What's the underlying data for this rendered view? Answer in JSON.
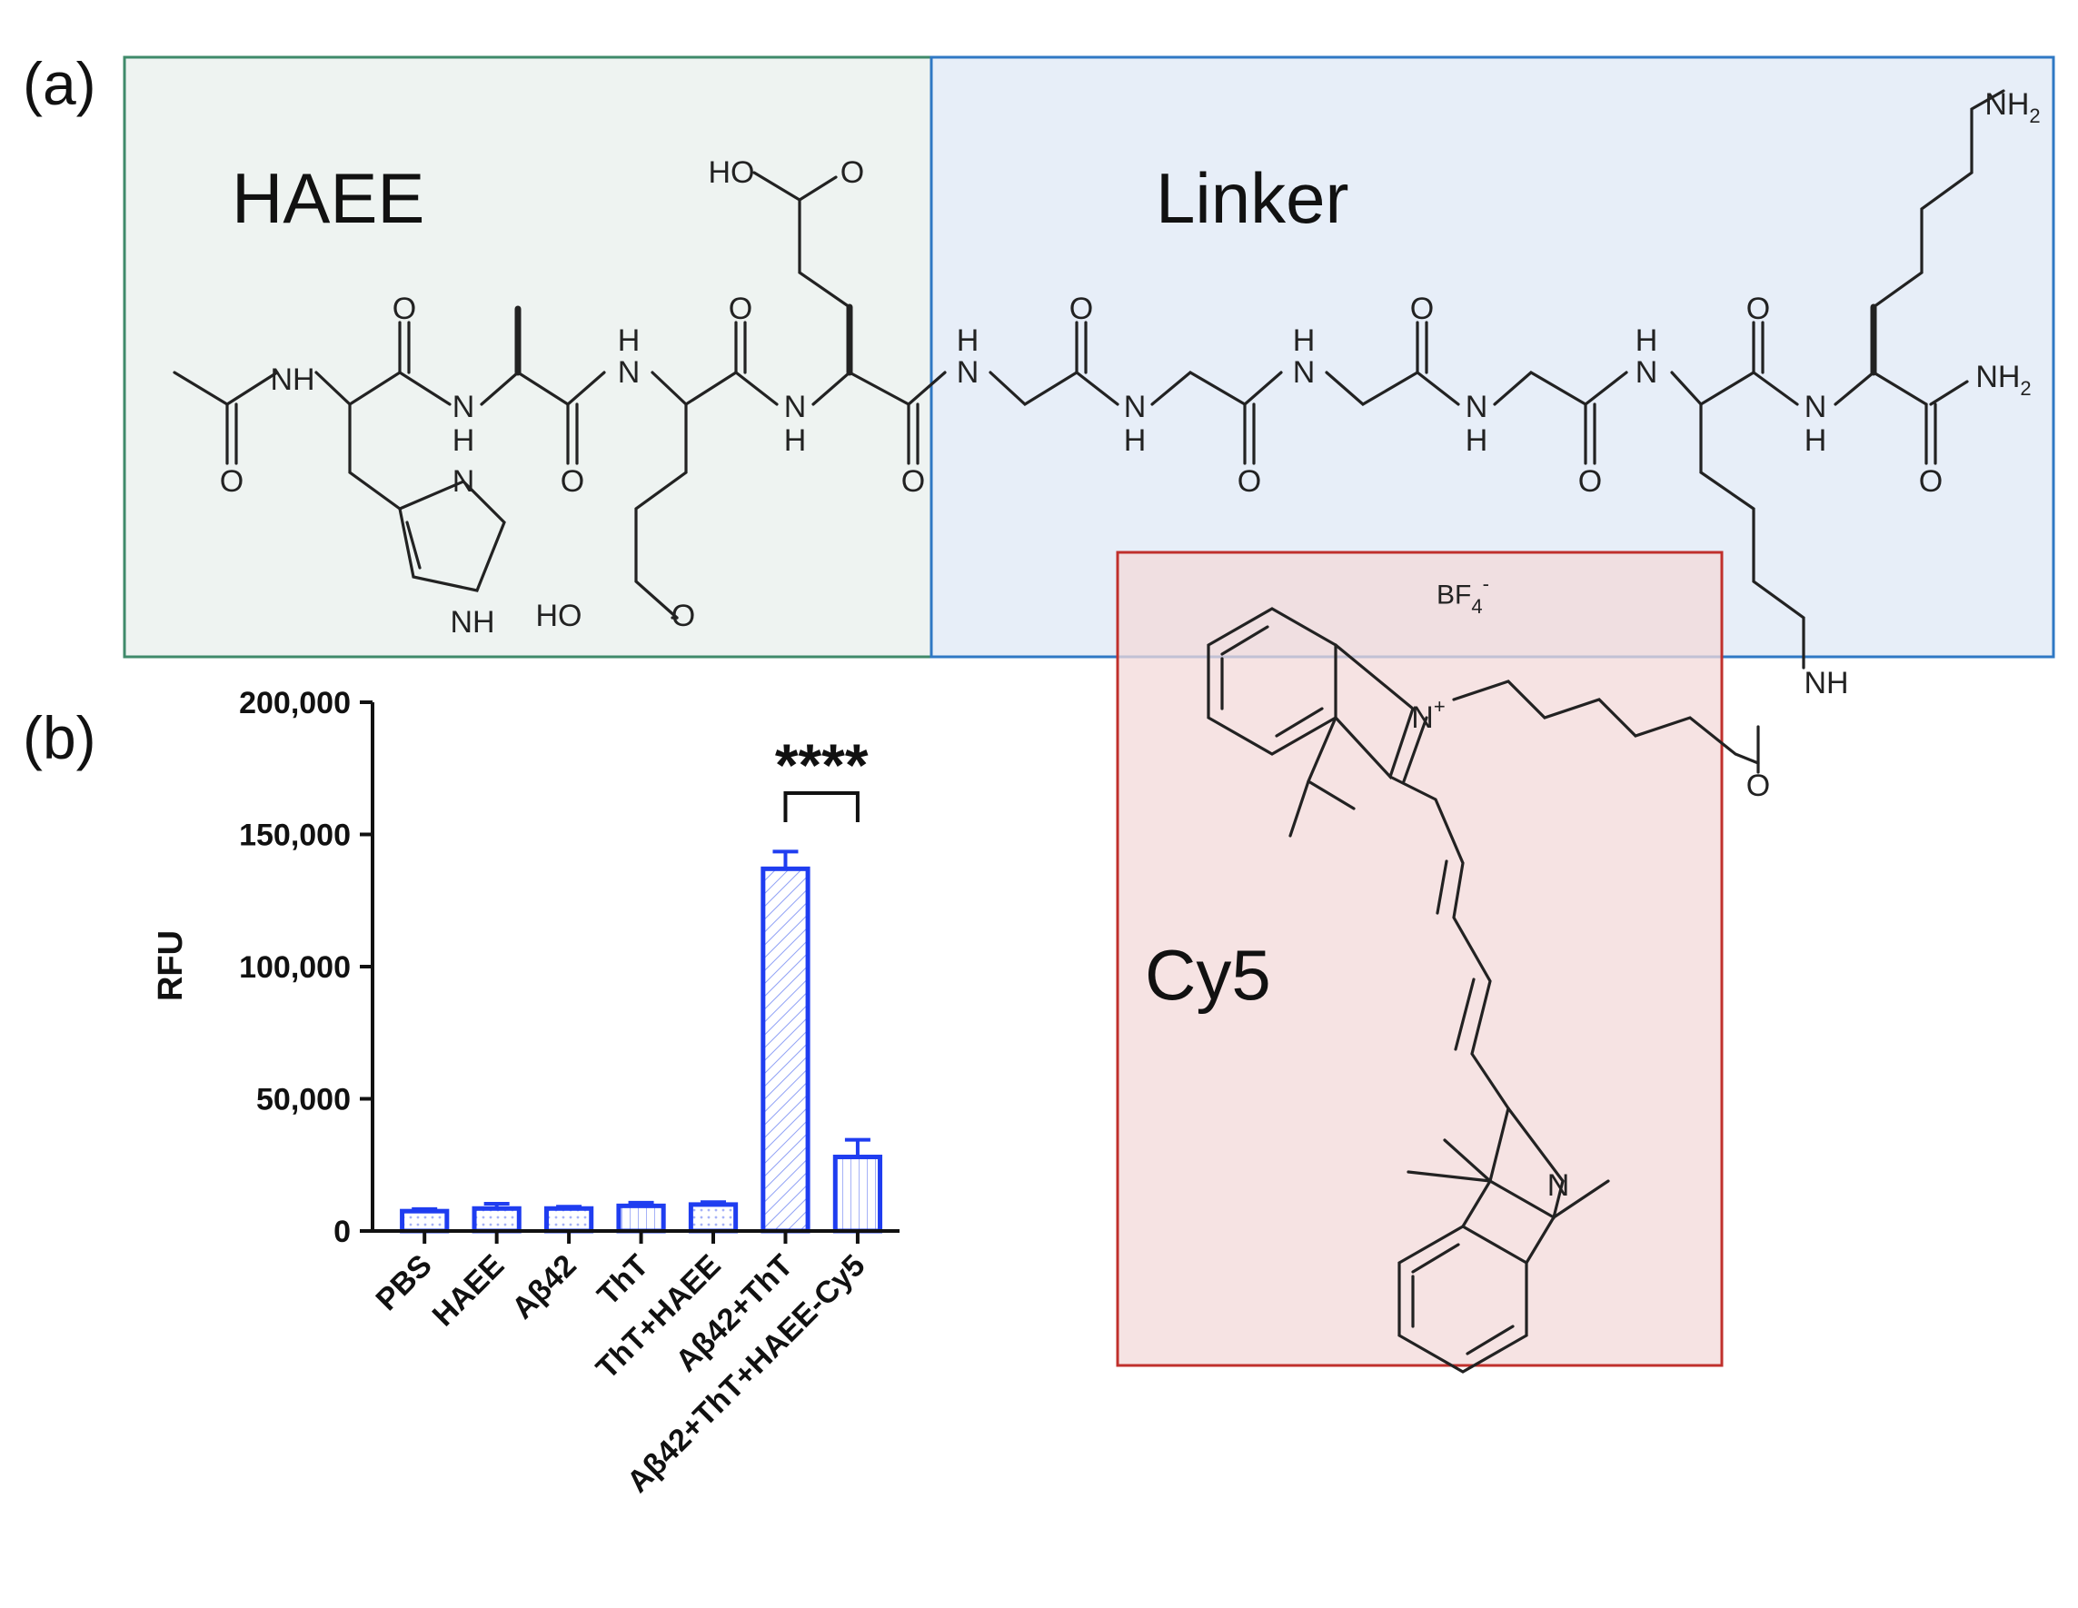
{
  "figure": {
    "panel_a_label": "(a)",
    "panel_b_label": "(b)"
  },
  "structure": {
    "regions": [
      {
        "label": "HAEE",
        "color": "#3f8a6a",
        "fill": "#eef3f1"
      },
      {
        "label": "Linker",
        "color": "#2f78c4",
        "fill": "#e7eef8"
      },
      {
        "label": "Cy5",
        "color": "#c0302c",
        "fill": "#f8e4e4"
      }
    ],
    "counterion": "BF4-",
    "atoms": {
      "nh": "NH",
      "n": "N",
      "h": "H",
      "o": "O",
      "ho": "HO",
      "nh2": "NH2",
      "n_plus": "N+",
      "n_methyl": "N"
    }
  },
  "chart_data": {
    "type": "bar",
    "categories": [
      "PBS",
      "HAEE",
      "Aβ42",
      "ThT",
      "ThT+HAEE",
      "Aβ42+ThT",
      "Aβ42+ThT+HAEE-Cy5"
    ],
    "values": [
      7500,
      8500,
      8500,
      9500,
      10000,
      137000,
      28000
    ],
    "errors": [
      800,
      1800,
      700,
      1200,
      900,
      6500,
      6500
    ],
    "xlabel": "",
    "ylabel": "RFU",
    "ylim": [
      0,
      200000
    ],
    "yticks": [
      0,
      50000,
      100000,
      150000,
      200000
    ],
    "ytick_labels": [
      "0",
      "50,000",
      "100,000",
      "150,000",
      "200,000"
    ],
    "bar_color": "#1f3df0",
    "significance": {
      "label": "****",
      "between": [
        "Aβ42+ThT",
        "Aβ42+ThT+HAEE-Cy5"
      ]
    }
  }
}
